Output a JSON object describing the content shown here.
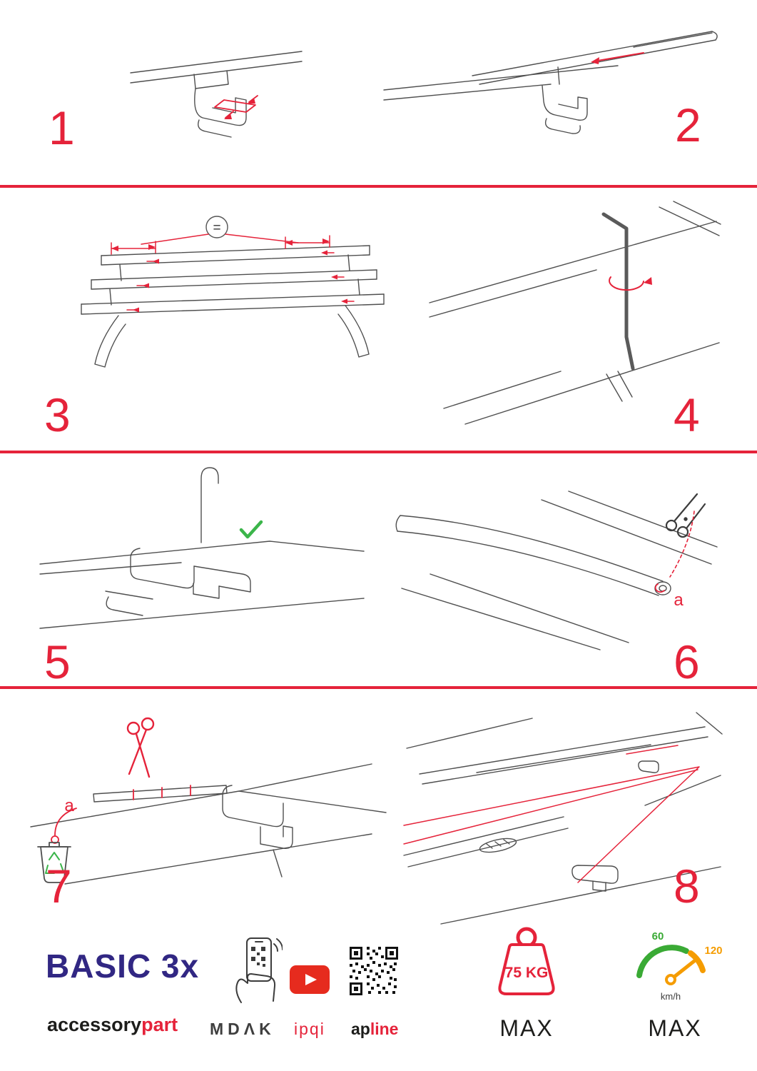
{
  "page": {
    "background": "#ffffff",
    "accent_red": "#e5233a",
    "brand_blue": "#312783",
    "green": "#3bb54a",
    "orange": "#f59c00"
  },
  "steps": [
    {
      "number": "1"
    },
    {
      "number": "2"
    },
    {
      "number": "3",
      "equal_sign": "="
    },
    {
      "number": "4"
    },
    {
      "number": "5"
    },
    {
      "number": "6",
      "part_label": "a"
    },
    {
      "number": "7",
      "part_label": "a"
    },
    {
      "number": "8"
    }
  ],
  "footer": {
    "product_name": "BASIC 3x",
    "brand_black": "accessory",
    "brand_red": "part",
    "logo_mdak": "MDΛK",
    "logo_ipqi": "ipqi",
    "logo_apline_black": "ap",
    "logo_apline_red": "line",
    "max_load": {
      "value": "75 KG",
      "label": "MAX"
    },
    "speed": {
      "tick_low": "60",
      "tick_high": "120",
      "unit": "km/h",
      "label": "MAX"
    }
  }
}
